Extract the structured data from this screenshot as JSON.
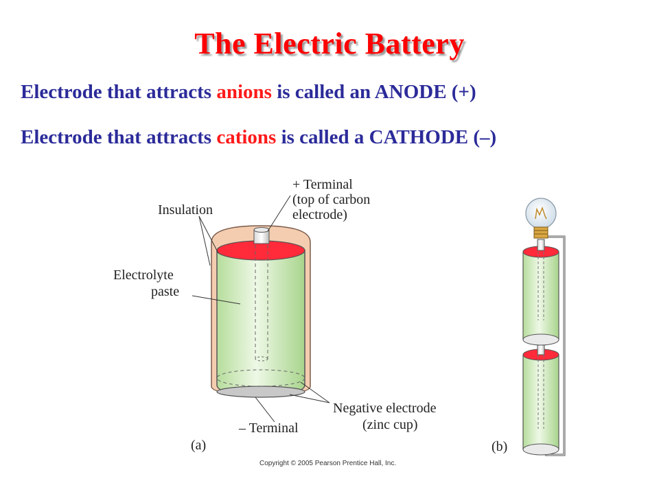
{
  "title": "The Electric Battery",
  "lines": [
    {
      "before": "Electrode that attracts ",
      "highlight": "anions",
      "after": " is called an ANODE (+)"
    },
    {
      "before": "Electrode that attracts ",
      "highlight": "cations",
      "after": " is called a CATHODE (–)"
    }
  ],
  "diagram": {
    "labels": {
      "terminal_pos_1": "+ Terminal",
      "terminal_pos_2": "(top of carbon",
      "terminal_pos_3": "electrode)",
      "insulation": "Insulation",
      "electrolyte_1": "Electrolyte",
      "electrolyte_2": "paste",
      "neg_electrode_1": "Negative electrode",
      "neg_electrode_2": "(zinc cup)",
      "terminal_neg": "– Terminal",
      "panel_a": "(a)",
      "panel_b": "(b)"
    }
  },
  "copyright": "Copyright © 2005 Pearson Prentice Hall, Inc.",
  "colors": {
    "title": "#ff0000",
    "body_text": "#2b2b9a",
    "highlight": "#ff1a1a",
    "electrolyte": "#d6efc6",
    "insulation": "#f2c7a8",
    "cap": "#ff2a3a"
  }
}
